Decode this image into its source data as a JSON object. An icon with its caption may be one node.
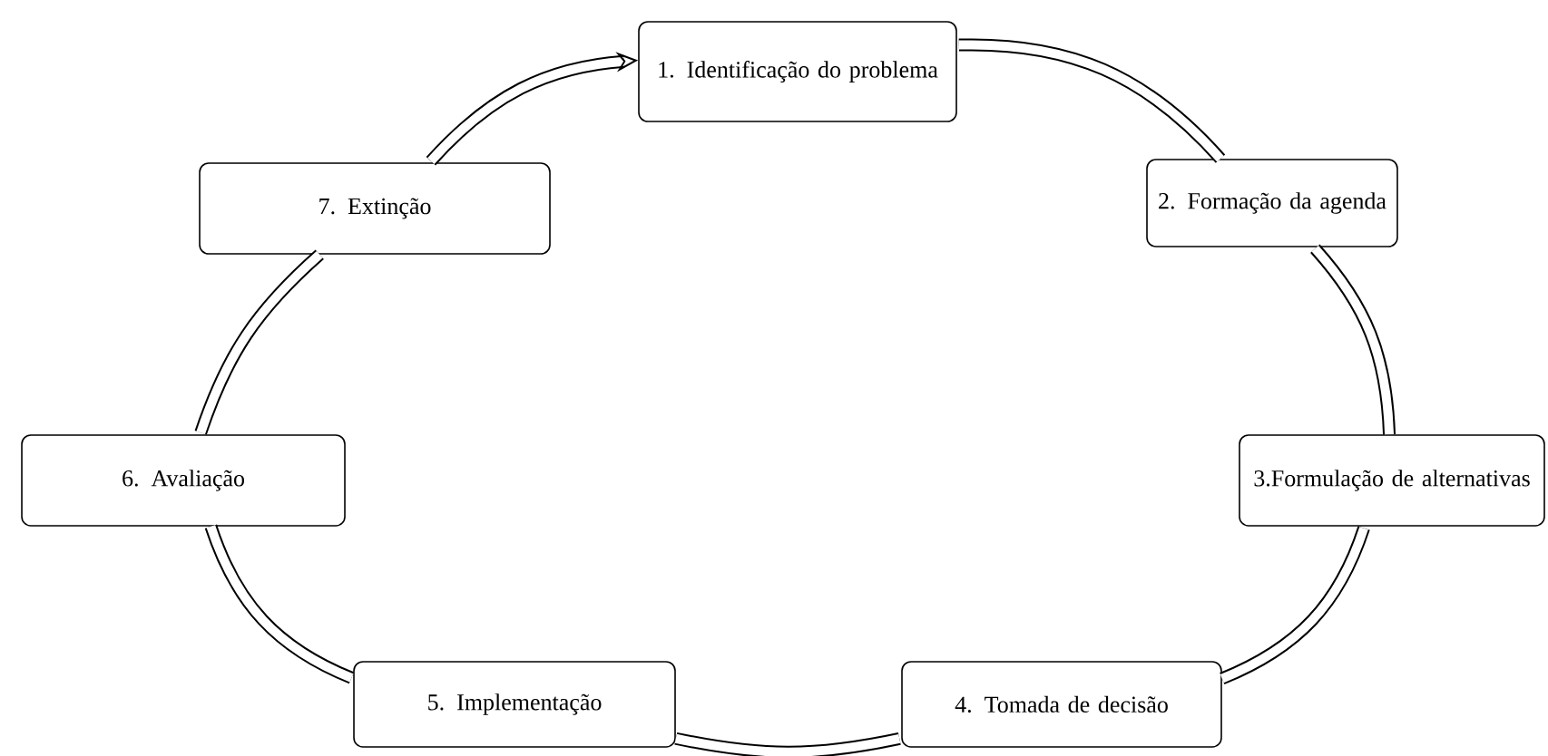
{
  "diagram": {
    "nodes": [
      {
        "text": [
          "1. Identificação do problema"
        ]
      },
      {
        "text": [
          "2. Formação da agenda"
        ]
      },
      {
        "text": [
          "3.Formulação de alternativas"
        ]
      },
      {
        "text": [
          "4. Tomada de decisão"
        ]
      },
      {
        "text": [
          "5. Implementação"
        ]
      },
      {
        "text": [
          "6. Avaliação"
        ]
      },
      {
        "text": [
          "7. Extinção"
        ]
      }
    ],
    "edges": [
      {
        "from": 0,
        "to": 1,
        "arrow": "none"
      },
      {
        "from": 1,
        "to": 2,
        "arrow": "none"
      },
      {
        "from": 2,
        "to": 3,
        "arrow": "none"
      },
      {
        "from": 3,
        "to": 4,
        "arrow": "none"
      },
      {
        "from": 4,
        "to": 5,
        "arrow": "none"
      },
      {
        "from": 5,
        "to": 6,
        "arrow": "none"
      },
      {
        "from": 6,
        "to": 0,
        "arrow": "to"
      }
    ]
  }
}
